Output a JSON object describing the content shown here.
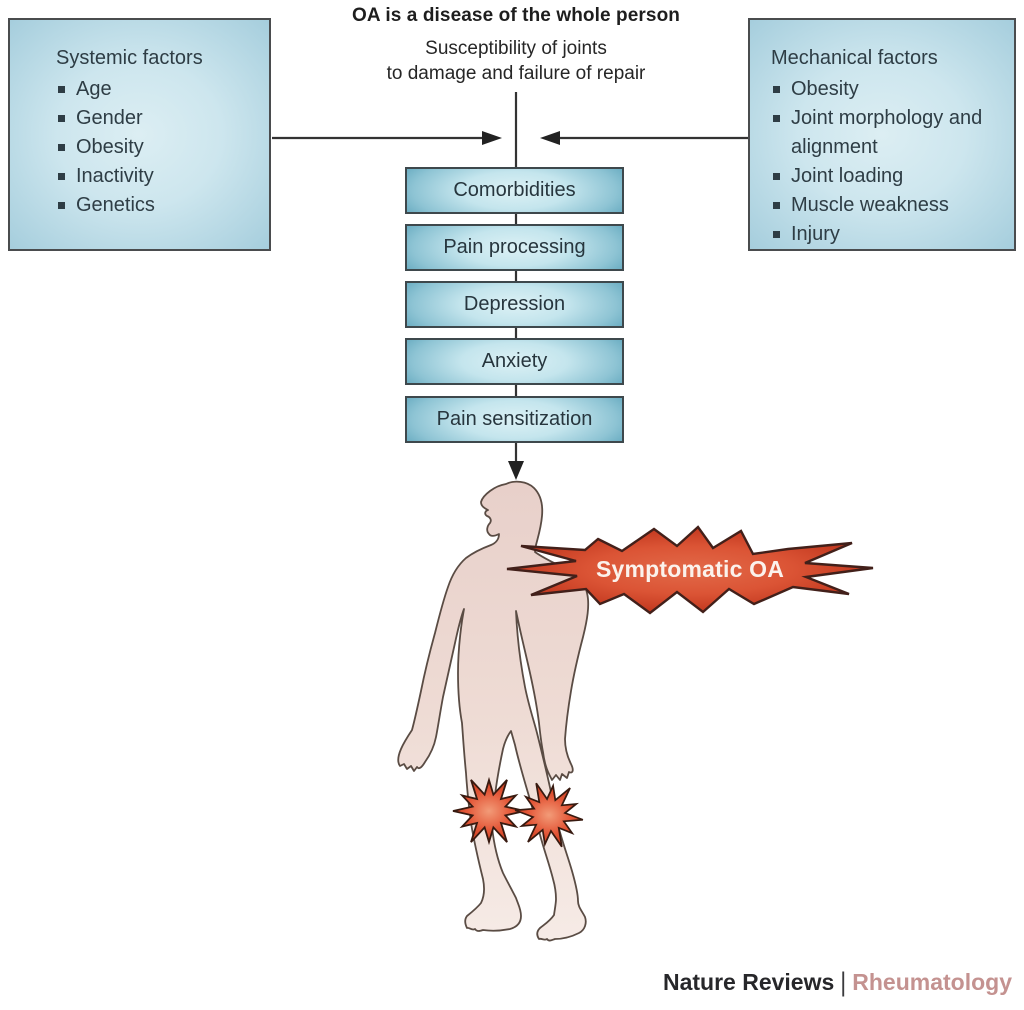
{
  "title": "OA is a disease of the whole person",
  "subtitle": {
    "line1": "Susceptibility of joints",
    "line2": "to damage and failure of repair"
  },
  "systemic": {
    "heading": "Systemic factors",
    "items": [
      "Age",
      "Gender",
      "Obesity",
      "Inactivity",
      "Genetics"
    ]
  },
  "mechanical": {
    "heading": "Mechanical factors",
    "items": [
      "Obesity",
      "Joint morphology and alignment",
      "Joint loading",
      "Muscle weakness",
      "Injury"
    ]
  },
  "pathway": [
    "Comorbidities",
    "Pain processing",
    "Depression",
    "Anxiety",
    "Pain sensitization"
  ],
  "burst": {
    "label": "Symptomatic OA"
  },
  "footer": {
    "journal": "Nature Reviews",
    "separator": "|",
    "section": "Rheumatology"
  },
  "colors": {
    "factor_box_edge": "#a6cedd",
    "factor_box_center": "#dceef3",
    "pathway_box_edge": "#5da4bb",
    "pathway_box_center": "#dcf1f5",
    "burst_red": "#c63c22",
    "knee_burst_red": "#c93718",
    "skin": "#eedbd4",
    "footer_rose": "#c49290",
    "line_dark": "#333333"
  }
}
